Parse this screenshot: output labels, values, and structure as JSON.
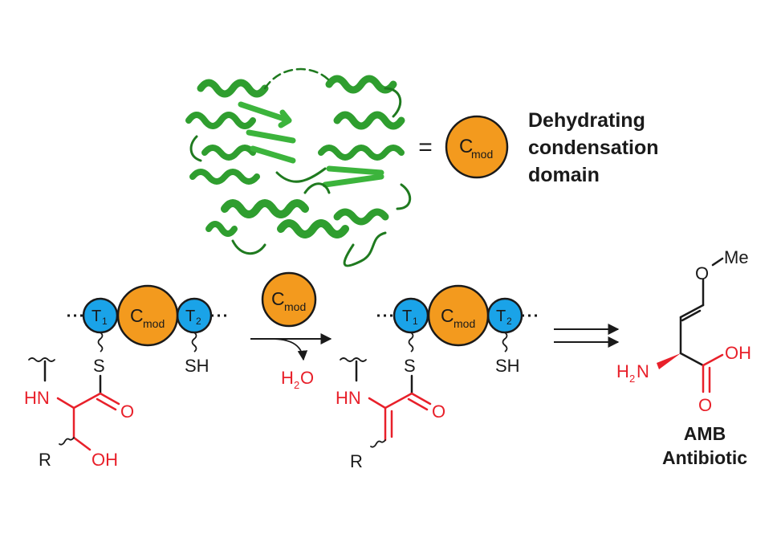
{
  "legend": {
    "equals": "=",
    "domain_letter": "C",
    "domain_sub": "mod",
    "line1": "Dehydrating",
    "line2": "condensation",
    "line3": "domain"
  },
  "left_module": {
    "t1_letter": "T",
    "t1_sub": "1",
    "c_letter": "C",
    "c_sub": "mod",
    "t2_letter": "T",
    "t2_sub": "2",
    "thioester_s": "S",
    "thiol": "SH",
    "amine": "HN",
    "carbonyl_o": "O",
    "r_group": "R",
    "hydroxyl": "OH"
  },
  "reaction": {
    "catalyst_letter": "C",
    "catalyst_sub": "mod",
    "byproduct_h": "H",
    "byproduct_sub": "2",
    "byproduct_o": "O"
  },
  "right_module": {
    "t1_letter": "T",
    "t1_sub": "1",
    "c_letter": "C",
    "c_sub": "mod",
    "t2_letter": "T",
    "t2_sub": "2",
    "thioester_s": "S",
    "thiol": "SH",
    "amine": "HN",
    "carbonyl_o": "O",
    "r_group": "R"
  },
  "product": {
    "ether_o": "O",
    "methyl": "Me",
    "amine_h": "H",
    "amine_sub": "2",
    "amine_n": "N",
    "acid_oh": "OH",
    "carbonyl_o": "O",
    "name_line1": "AMB",
    "name_line2": "Antibiotic"
  },
  "colors": {
    "protein_green": "#33aa33",
    "protein_dark": "#1f7a1f",
    "domain_orange": "#f39a1e",
    "carrier_blue": "#1aa3e8",
    "highlight_red": "#e8202a",
    "ink": "#1a1a1a"
  }
}
